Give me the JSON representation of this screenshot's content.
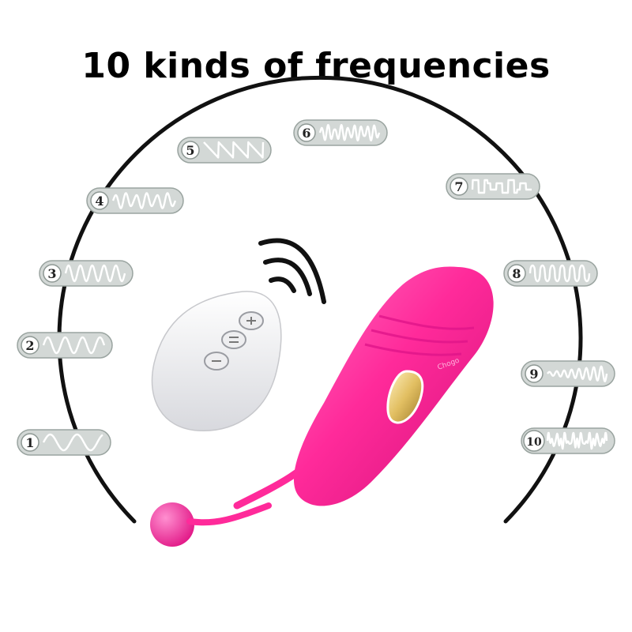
{
  "title": "10 kinds of frequencies",
  "colors": {
    "pill_fill": "#d3d8d6",
    "pill_stroke": "#9aa4a0",
    "wave": "#ffffff",
    "ring": "#111111",
    "device": "#ff2a9a",
    "remote": "#f1f1f3",
    "button_gold": "#d9b45a"
  },
  "modes": [
    {
      "label": "1",
      "wave": "slow-sine"
    },
    {
      "label": "2",
      "wave": "sine"
    },
    {
      "label": "3",
      "wave": "fast-sine"
    },
    {
      "label": "4",
      "wave": "varying-pulse"
    },
    {
      "label": "5",
      "wave": "sawtooth"
    },
    {
      "label": "6",
      "wave": "dense-varying"
    },
    {
      "label": "7",
      "wave": "square-pulse"
    },
    {
      "label": "8",
      "wave": "sharp-spikes"
    },
    {
      "label": "9",
      "wave": "escalating"
    },
    {
      "label": "10",
      "wave": "random-dense"
    }
  ],
  "remote": {
    "icons": [
      "plus-icon",
      "equal-icon",
      "minus-icon"
    ]
  },
  "device_brand": "Chogo"
}
